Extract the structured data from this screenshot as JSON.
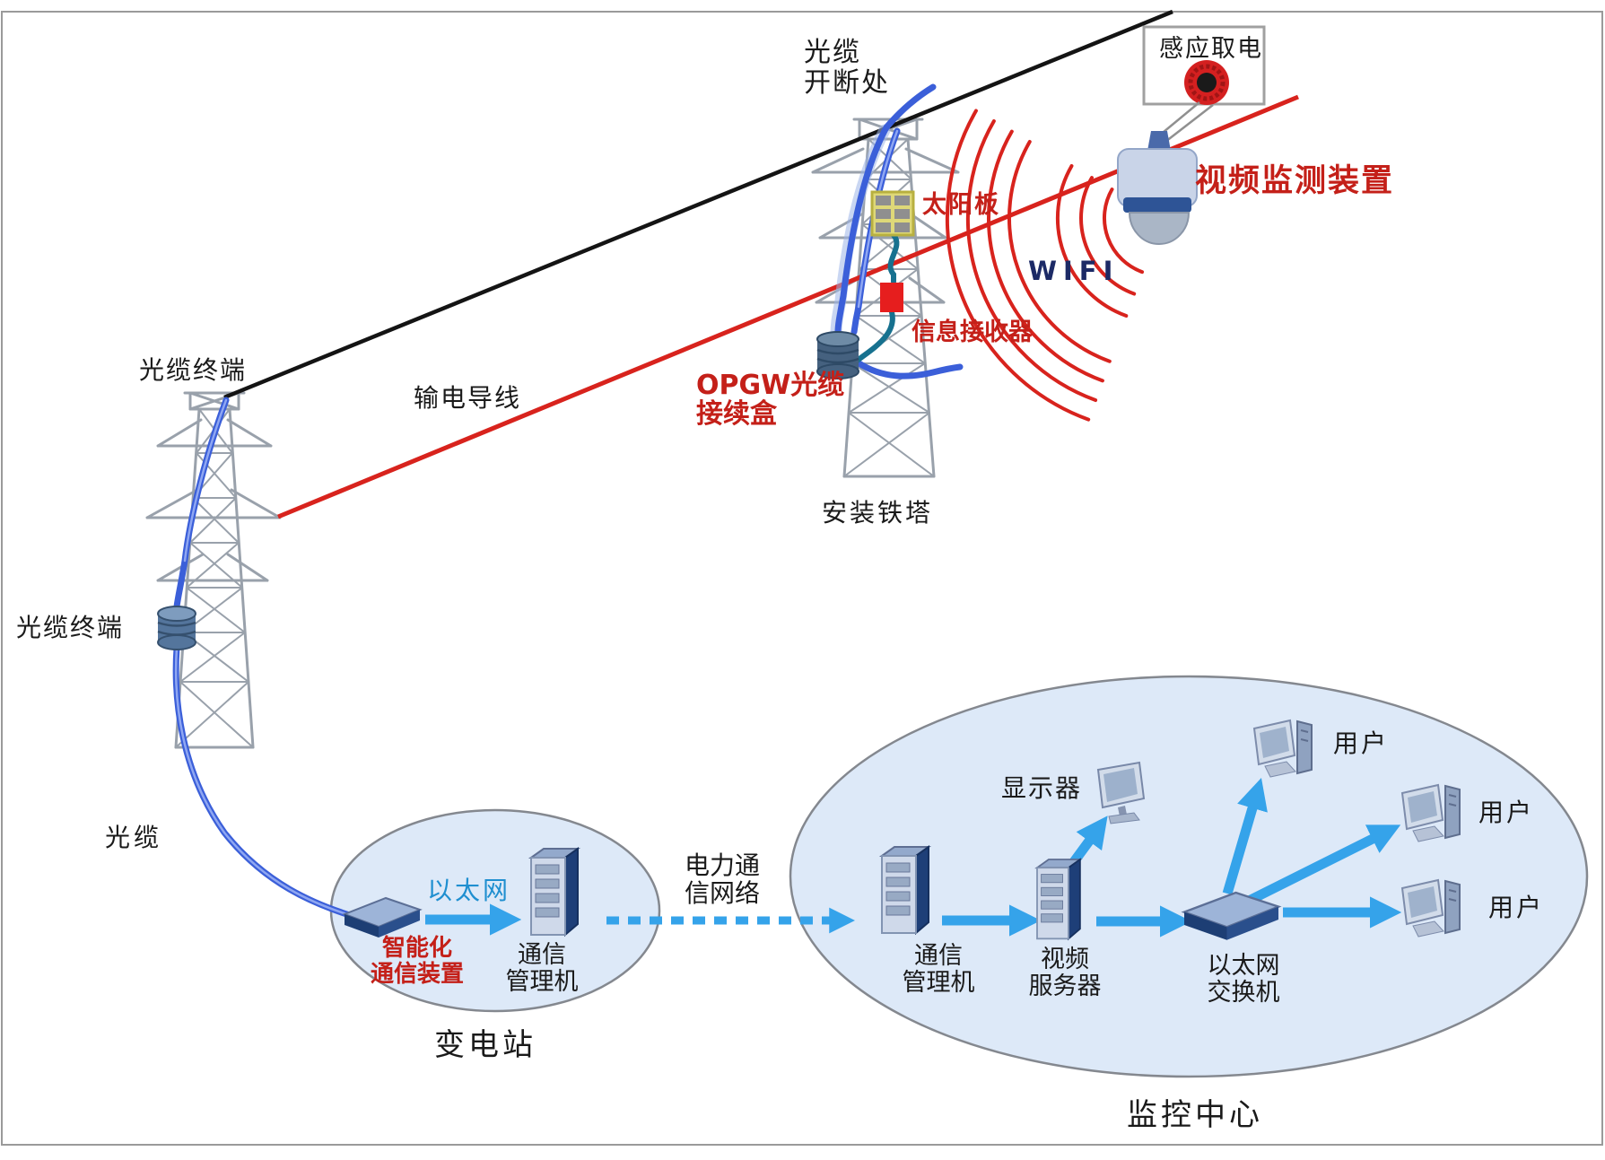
{
  "labels": {
    "fiber_break_line1": "光缆",
    "fiber_break_line2": "开断处",
    "induction_power": "感应取电",
    "video_monitor": "视频监测装置",
    "wifi": "WIFI",
    "solar_panel": "太阳板",
    "info_receiver": "信息接收器",
    "opgw_line1": "OPGW光缆",
    "opgw_line2": "接续盒",
    "install_tower": "安装铁塔",
    "fiber_terminal_top": "光缆终端",
    "fiber_terminal_bottom": "光缆终端",
    "power_wire": "输电导线",
    "fiber_cable": "光缆",
    "ethernet": "以太网",
    "smart_device_line1": "智能化",
    "smart_device_line2": "通信装置",
    "comm_manager_sub_line1": "通信",
    "comm_manager_sub_line2": "管理机",
    "substation": "变电站",
    "power_network_line1": "电力通",
    "power_network_line2": "信网络",
    "comm_manager_mon_line1": "通信",
    "comm_manager_mon_line2": "管理机",
    "display": "显示器",
    "video_server_line1": "视频",
    "video_server_line2": "服务器",
    "eth_switch_line1": "以太网",
    "eth_switch_line2": "交换机",
    "user_top": "用户",
    "user_middle": "用户",
    "user_bottom": "用户",
    "monitoring_center": "监控中心"
  },
  "colors": {
    "opgw_cable_black": "#141414",
    "power_wire_red": "#d8231d",
    "fiber_cable_blue": "#3b5fd9",
    "drop_cable_teal": "#17718f",
    "red_label": "#c42019",
    "ethernet_blue": "#1f8fd0",
    "wifi_navy": "#1c2a66",
    "arrow_blue": "#35a3ea",
    "ellipse_fill": "#dde9f8",
    "ellipse_stroke": "#84888f",
    "tower_grey": "#99a1ab"
  },
  "icons": [
    "transmission-tower",
    "opgw-splice-box",
    "solar-panel",
    "info-receiver-box",
    "dome-camera",
    "induction-coil",
    "fiber-terminal-box",
    "network-switch",
    "comm-server",
    "video-server",
    "display-monitor",
    "ethernet-switch",
    "user-pc",
    "wifi-signal-arcs"
  ]
}
